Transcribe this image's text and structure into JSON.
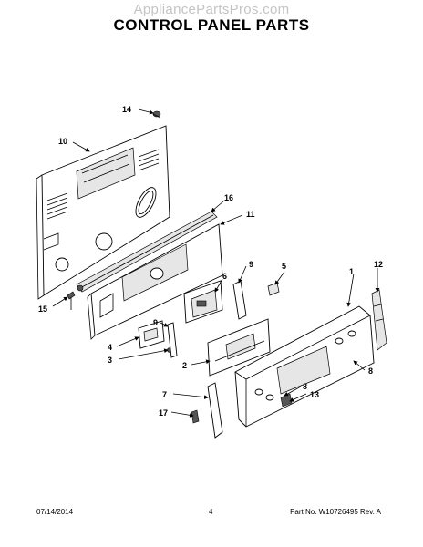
{
  "watermark": "AppliancePartsPros.com",
  "title": "CONTROL PANEL PARTS",
  "footer": {
    "date": "07/14/2014",
    "page": "4",
    "part_info": "Part No. W10726495  Rev. A"
  },
  "callouts": {
    "c14": "14",
    "c10": "10",
    "c16": "16",
    "c11": "11",
    "c15": "15",
    "c9a": "9",
    "c5": "5",
    "c1": "1",
    "c12": "12",
    "c6": "6",
    "c9b": "9",
    "c4": "4",
    "c3": "3",
    "c2": "2",
    "c8a": "8",
    "c8b": "8",
    "c13": "13",
    "c7": "7",
    "c17": "17"
  }
}
